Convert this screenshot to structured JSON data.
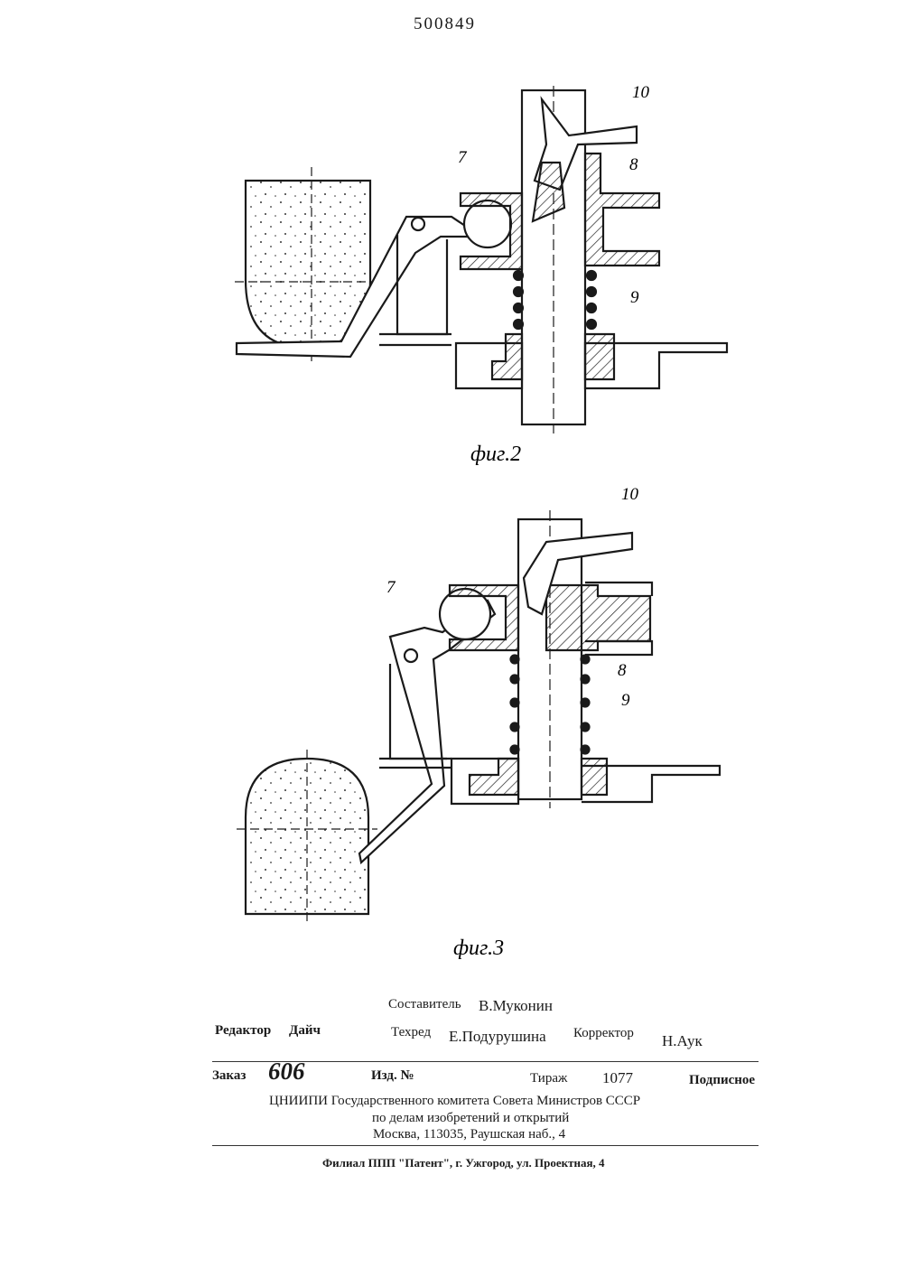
{
  "patent_number": "500849",
  "figures": [
    {
      "caption": "фиг.2",
      "labels": {
        "p10": "10",
        "p7": "7",
        "p8": "8",
        "p9": "9"
      }
    },
    {
      "caption": "фиг.3",
      "labels": {
        "p10": "10",
        "p7": "7",
        "p8": "8",
        "p9": "9"
      }
    }
  ],
  "imprint": {
    "compiler_label": "Составитель",
    "compiler_name": "В.Муконин",
    "editor_label": "Редактор",
    "editor_name": "Дайч",
    "techred_label": "Техред",
    "techred_name": "Е.Подурушина",
    "corrector_label": "Корректор",
    "corrector_name": "Н.Аук",
    "order_label": "Заказ",
    "order_no": "606",
    "issue_label": "Изд. №",
    "print_run_label": "Тираж",
    "print_run": "1077",
    "subscription": "Подписное",
    "org_line1": "ЦНИИПИ Государственного комитета Совета Министров СССР",
    "org_line2": "по делам изобретений и открытий",
    "org_line3": "Москва, 113035, Раушская наб., 4",
    "branch": "Филиал ППП \"Патент\", г. Ужгород, ул. Проектная, 4"
  }
}
